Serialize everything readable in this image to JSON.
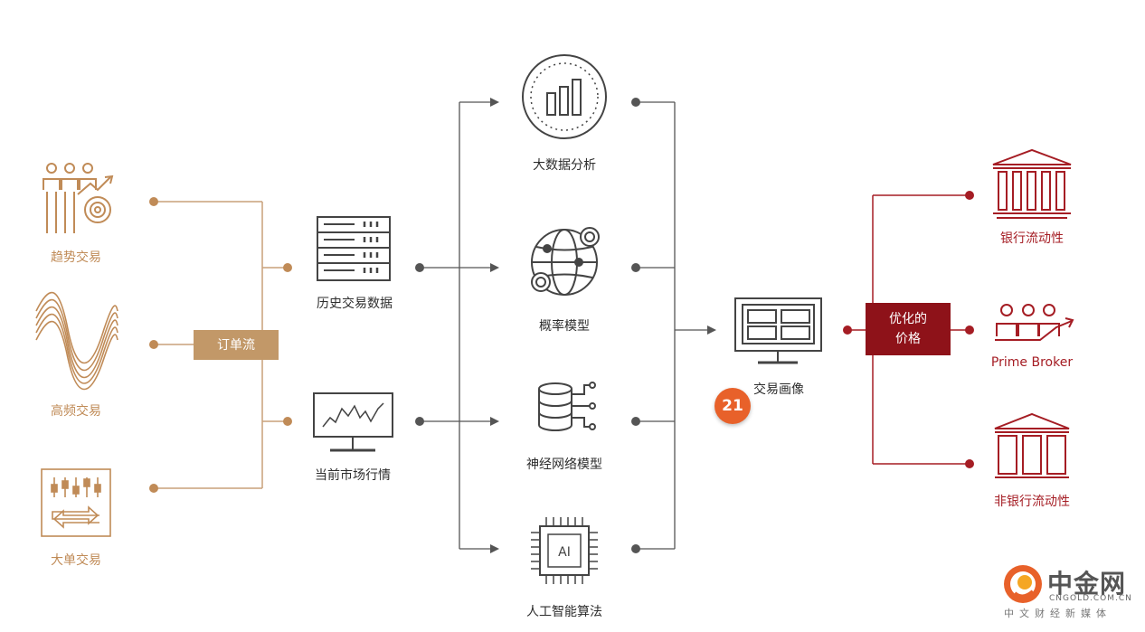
{
  "sources": [
    {
      "label": "趋势交易",
      "icon": "trend-trading-icon"
    },
    {
      "label": "高频交易",
      "icon": "high-frequency-icon"
    },
    {
      "label": "大单交易",
      "icon": "block-trade-icon"
    }
  ],
  "order_flow": {
    "label": "订单流"
  },
  "data_sources": [
    {
      "label": "历史交易数据",
      "icon": "server-icon"
    },
    {
      "label": "当前市场行情",
      "icon": "monitor-chart-icon"
    }
  ],
  "models": [
    {
      "label": "大数据分析",
      "icon": "bar-chart-icon"
    },
    {
      "label": "概率模型",
      "icon": "globe-icon"
    },
    {
      "label": "神经网络模型",
      "icon": "database-icon"
    },
    {
      "label": "人工智能算法",
      "icon": "ai-chip-icon",
      "chip_text": "AI"
    }
  ],
  "profile": {
    "label": "交易画像",
    "icon": "dashboard-icon",
    "badge": "21"
  },
  "optimized_price": {
    "line1": "优化的",
    "line2": "价格"
  },
  "liquidity": [
    {
      "label": "银行流动性",
      "icon": "bank-icon"
    },
    {
      "label": "Prime Broker",
      "icon": "broker-icon"
    },
    {
      "label": "非银行流动性",
      "icon": "non-bank-icon"
    }
  ],
  "watermark": {
    "name": "中金网",
    "url": "CNGOLD.COM.CN",
    "tagline": "中文财经新媒体"
  },
  "colors": {
    "gold": "#c08b57",
    "dark": "#333333",
    "red": "#a51d24",
    "badge": "#e8612a"
  }
}
